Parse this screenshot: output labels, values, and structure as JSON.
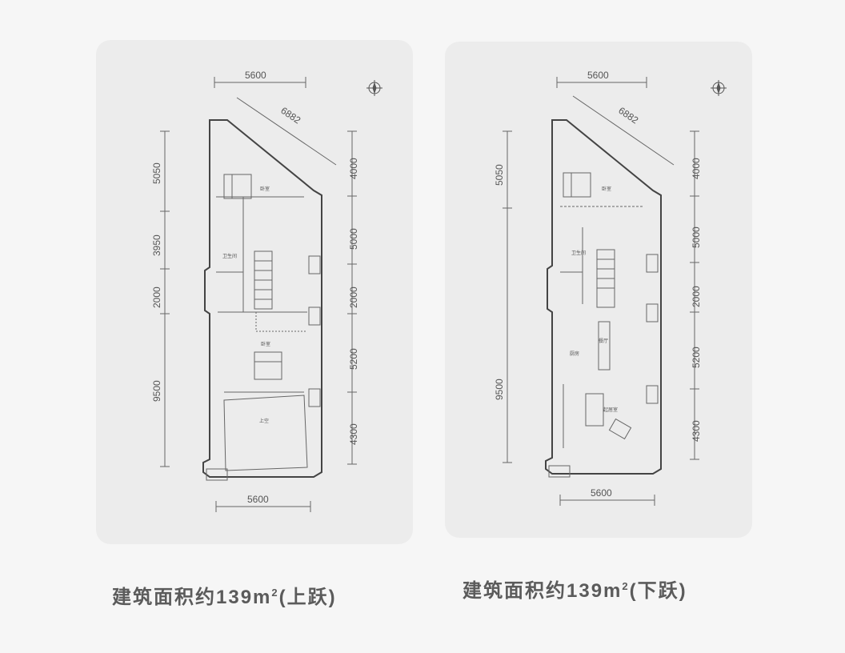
{
  "plans": [
    {
      "id": "upper",
      "dims_top": "5600",
      "dims_diag": "6882",
      "dims_bottom": "5600",
      "dims_left": [
        "5050",
        "3950",
        "2000",
        "9500"
      ],
      "dims_right": [
        "4000",
        "5000",
        "2000",
        "5200",
        "4300"
      ],
      "rooms": {
        "bedroom_top": "卧室",
        "bath": "卫生间",
        "bedroom_mid": "卧室",
        "void": "上空"
      },
      "caption_main": "建筑面积约139m",
      "caption_sup": "2",
      "caption_tail": "(上跃)"
    },
    {
      "id": "lower",
      "dims_top": "5600",
      "dims_diag": "6882",
      "dims_bottom": "5600",
      "dims_left": [
        "5050",
        "9500"
      ],
      "dims_right": [
        "4000",
        "5000",
        "2000",
        "5200",
        "4300"
      ],
      "rooms": {
        "bedroom_top": "卧室",
        "bath": "卫生间",
        "dining": "餐厅",
        "kitchen": "厨房",
        "living": "起居室"
      },
      "caption_main": "建筑面积约139m",
      "caption_sup": "2",
      "caption_tail": "(下跃)"
    }
  ],
  "compass_icon": "compass-icon"
}
